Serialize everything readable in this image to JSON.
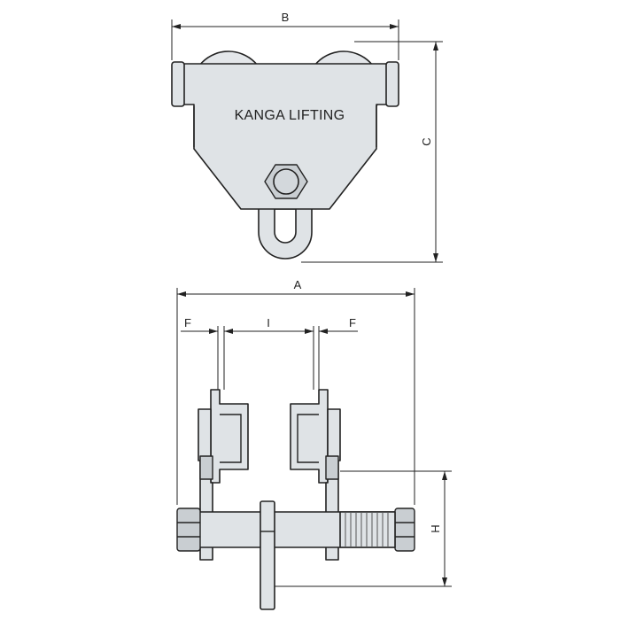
{
  "brand": "KANGA LIFTING",
  "dimensions": {
    "a": "A",
    "b": "B",
    "c": "C",
    "f_left": "F",
    "f_right": "F",
    "h": "H",
    "i": "I"
  },
  "colors": {
    "steel": "#dfe3e6",
    "outline": "#222222"
  }
}
